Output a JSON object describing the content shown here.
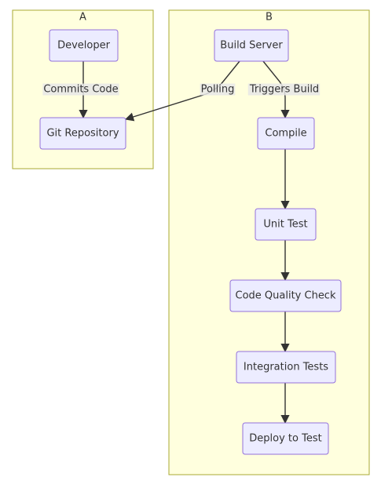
{
  "colors": {
    "cluster_fill": "#ffffde",
    "cluster_stroke": "#aaaa33",
    "node_fill": "#ececff",
    "node_stroke": "#9370db",
    "edge_stroke": "#333333",
    "text": "#333333"
  },
  "clusters": [
    {
      "id": "A",
      "label": "A"
    },
    {
      "id": "B",
      "label": "B"
    }
  ],
  "nodes": [
    {
      "id": "developer",
      "label": "Developer",
      "cluster": "A"
    },
    {
      "id": "git_repository",
      "label": "Git Repository",
      "cluster": "A"
    },
    {
      "id": "build_server",
      "label": "Build Server",
      "cluster": "B"
    },
    {
      "id": "compile",
      "label": "Compile",
      "cluster": "B"
    },
    {
      "id": "unit_test",
      "label": "Unit Test",
      "cluster": "B"
    },
    {
      "id": "code_quality_check",
      "label": "Code Quality Check",
      "cluster": "B"
    },
    {
      "id": "integration_tests",
      "label": "Integration Tests",
      "cluster": "B"
    },
    {
      "id": "deploy_to_test",
      "label": "Deploy to Test",
      "cluster": "B"
    }
  ],
  "edges": [
    {
      "from": "developer",
      "to": "git_repository",
      "label": "Commits Code"
    },
    {
      "from": "build_server",
      "to": "git_repository",
      "label": "Polling"
    },
    {
      "from": "build_server",
      "to": "compile",
      "label": "Triggers Build"
    },
    {
      "from": "compile",
      "to": "unit_test",
      "label": ""
    },
    {
      "from": "unit_test",
      "to": "code_quality_check",
      "label": ""
    },
    {
      "from": "code_quality_check",
      "to": "integration_tests",
      "label": ""
    },
    {
      "from": "integration_tests",
      "to": "deploy_to_test",
      "label": ""
    }
  ]
}
